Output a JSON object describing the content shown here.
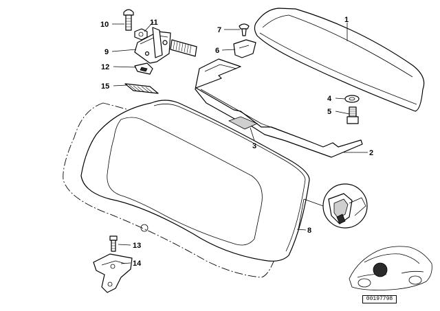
{
  "callouts": {
    "c1": "1",
    "c2": "2",
    "c3": "3",
    "c4": "4",
    "c5": "5",
    "c6": "6",
    "c7": "7",
    "c8": "8",
    "c9": "9",
    "c10": "10",
    "c11": "11",
    "c12": "12",
    "c13": "13",
    "c14": "14",
    "c15": "15"
  },
  "catalog_number": "00197798"
}
